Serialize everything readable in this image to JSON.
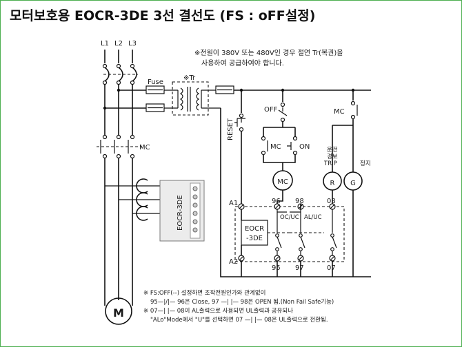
{
  "title": "모터보호용  EOCR-3DE 3선 결선도 (FS : oFF설정)",
  "colors": {
    "frame": "#4caf50",
    "line": "#111111",
    "relay_body": "#ececec"
  },
  "phases": [
    "L1",
    "L2",
    "L3"
  ],
  "note_top": {
    "line1": "※전원이 380V 또는 480V인 경우 절연 Tr(복권)을",
    "line2": "사용하여 공급하여야 합니다."
  },
  "labels": {
    "fuse": "Fuse",
    "tr": "※Tr",
    "mc": "MC",
    "reset": "RESET",
    "off": "OFF",
    "on": "ON",
    "mc_coil": "MC",
    "relay_vertical": "EOCR-3DE",
    "relay_box_line1": "EOCR",
    "relay_box_line2": "-3DE",
    "a1": "A1",
    "a2": "A2",
    "t96": "96",
    "t98": "98",
    "t08": "08",
    "t95": "95",
    "t97": "97",
    "t07": "07",
    "oc_uc": "OC/UC",
    "al_uc": "AL/UC",
    "trip_line1": "운전",
    "trip_line2": "경보",
    "trip_line3": "TRIP",
    "stop": "정지",
    "lamp_r": "R",
    "lamp_g": "G",
    "motor": "M"
  },
  "notes_bottom": [
    "※  FS:OFF(--)  설정하면 조작전원인가와 관계없이",
    "95—|/|— 96은 Close, 97 —| |— 98은 OPEN 됨.(Non Fail Safe기능)",
    "※  07—| |— 08이 AL출력으로 사용되면 UL출력과 공유되나",
    "\"ALo\"Mode에서 \"U\"를 선택하면 07 —| |— 08은 UL출력으로 전환됨."
  ]
}
